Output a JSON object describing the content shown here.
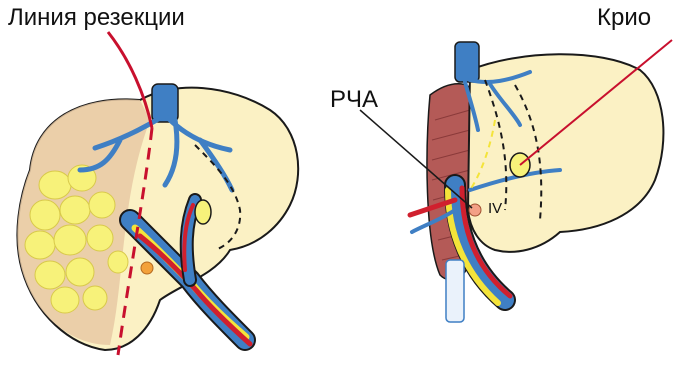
{
  "labels": {
    "resection_line": "Линия резекции",
    "cryo": "Крио",
    "rfa": "РЧА",
    "segment": "IV"
  },
  "colors": {
    "liver_fill": "#fbf1c4",
    "liver_shade": "#e8c9a4",
    "tumor_yellow": "#f7f27a",
    "portal_vein_blue": "#3f7fc4",
    "hepatic_artery_red": "#d0202e",
    "bile_duct_yellow": "#f4e43a",
    "resection_red": "#c8102e",
    "diaphragm_red": "#b45a57",
    "outline": "#1a1a1a"
  }
}
